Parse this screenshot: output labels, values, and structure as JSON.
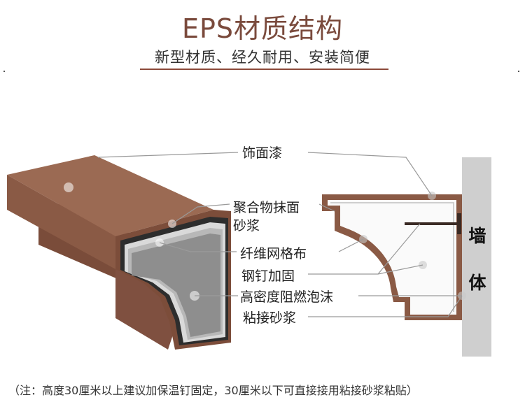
{
  "header": {
    "title": "EPS材质结构",
    "subtitle": "新型材质、经久耐用、安装简便"
  },
  "layers": [
    {
      "label": "饰面漆"
    },
    {
      "label_line1": "聚合物抹面",
      "label_line2": "砂浆"
    },
    {
      "label": "纤维网格布"
    },
    {
      "label": "钢钉加固"
    },
    {
      "label": "高密度阻燃泡沫"
    },
    {
      "label": "粘接砂浆"
    }
  ],
  "wall": {
    "char1": "墙",
    "char2": "体"
  },
  "footer": {
    "note": "（注：高度30厘米以上建议加保温钉固定，30厘米以下可直接接用粘接砂浆粘贴）"
  },
  "colors": {
    "title": "#7a4a3c",
    "brown_face": "#8a5a45",
    "brown_top": "#9b6a53",
    "brown_dark": "#6b4233",
    "gray_core": "#8e8e8e",
    "wall": "#cfcfcf",
    "leader": "#9a9a9a"
  }
}
